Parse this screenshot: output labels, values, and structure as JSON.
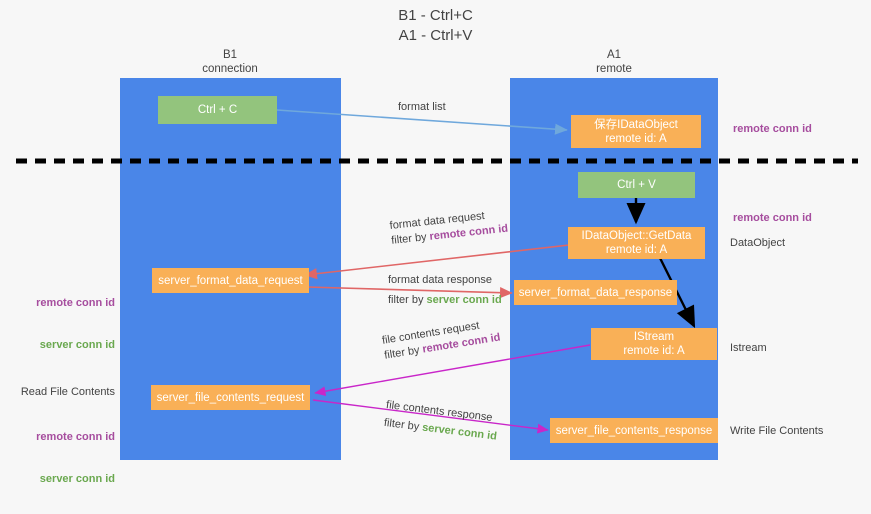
{
  "title": {
    "line1": "B1 - Ctrl+C",
    "line2": "A1 - Ctrl+V"
  },
  "columns": [
    {
      "id": "b1",
      "name": "B1",
      "role": "connection"
    },
    {
      "id": "a1",
      "name": "A1",
      "role": "remote"
    }
  ],
  "nodes": {
    "ctrl_c": {
      "label": "Ctrl + C",
      "color": "#93c47d"
    },
    "ctrl_v": {
      "label": "Ctrl + V",
      "color": "#93c47d"
    },
    "store_idataobject": {
      "line1": "保存IDataObject",
      "line2": "remote id: A",
      "color": "#f9b057"
    },
    "getdata": {
      "line1": "IDataObject::GetData",
      "line2": "remote id: A",
      "color": "#f9b057"
    },
    "istream": {
      "line1": "IStream",
      "line2": "remote id: A",
      "color": "#f9b057"
    },
    "server_format_data_request": {
      "label": "server_format_data_request",
      "color": "#f9b057"
    },
    "server_format_data_response": {
      "label": "server_format_data_response",
      "color": "#f9b057"
    },
    "server_file_contents_request": {
      "label": "server_file_contents_request",
      "color": "#f9b057"
    },
    "server_file_contents_response": {
      "label": "server_file_contents_response",
      "color": "#f9b057"
    }
  },
  "edges": {
    "format_list": {
      "label": "format list"
    },
    "format_data_request": {
      "label": "format data request",
      "filter_prefix": "filter by ",
      "filter_key": "remote conn id"
    },
    "format_data_response": {
      "label": "format data response",
      "filter_prefix": "filter by ",
      "filter_key": "server conn id"
    },
    "file_contents_request": {
      "label": "file contents request",
      "filter_prefix": "filter by ",
      "filter_key": "remote conn id"
    },
    "file_contents_response": {
      "label": "file contents response",
      "filter_prefix": "filter by ",
      "filter_key": "server conn id"
    }
  },
  "annotations": {
    "left": [
      {
        "id": "left-format",
        "lines": [
          {
            "text": "remote conn id",
            "style": "purple"
          },
          {
            "text": "server conn id",
            "style": "green"
          }
        ]
      },
      {
        "id": "left-file",
        "lines": [
          {
            "text": "Read File Contents",
            "style": "dark"
          }
        ]
      },
      {
        "id": "left-file-ids",
        "lines": [
          {
            "text": "remote conn id",
            "style": "purple"
          },
          {
            "text": "server conn id",
            "style": "green"
          }
        ]
      }
    ],
    "right": [
      {
        "id": "right-top",
        "text": "remote conn id",
        "style": "purple"
      },
      {
        "id": "right-getdata",
        "text": "remote conn id",
        "style": "purple"
      },
      {
        "id": "right-dataobject",
        "text": "DataObject",
        "style": "dark"
      },
      {
        "id": "right-istream",
        "text": "Istream",
        "style": "dark"
      },
      {
        "id": "right-write",
        "text": "Write File Contents",
        "style": "dark"
      }
    ]
  },
  "colors": {
    "lane": "#4a86e8",
    "green_node": "#93c47d",
    "orange_node": "#f9b057",
    "purple_text": "#a64d9e",
    "green_text": "#6aa84f",
    "arrow_blue": "#6fa8dc",
    "arrow_red": "#e06666",
    "arrow_magenta": "#c926c9",
    "arrow_black": "#000000",
    "divider": "#000000",
    "background": "#f7f7f7"
  }
}
